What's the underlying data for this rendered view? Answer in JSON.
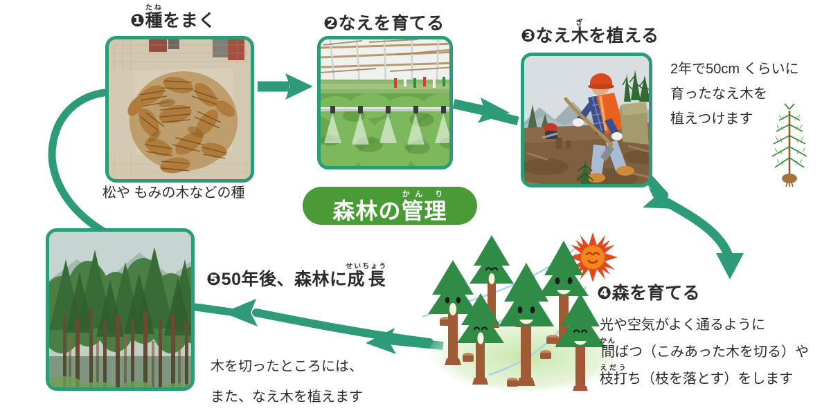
{
  "title_pill": {
    "text_before": "森林の",
    "ruby_base": "管理",
    "ruby_text": "かん り",
    "full_text": "森林の管理",
    "bg_color": "#4a9b37",
    "text_color": "#ffffff"
  },
  "theme": {
    "frame_color": "#2e9b78",
    "arrow_color": "#2e9b78",
    "text_color": "#2b2b2b",
    "sun_color": "#f07818",
    "tree_green": "#2e8b45",
    "trunk_brown": "#9a5b3c"
  },
  "steps": [
    {
      "number": "❶",
      "heading_plain": "種をまく",
      "heading_base": "種",
      "heading_ruby": "たね",
      "heading_rest": "をまく",
      "photo_alt": "pine-cones-in-burlap-sack",
      "caption": "松や もみの木などの種"
    },
    {
      "number": "❷",
      "heading_plain": "なえを育てる",
      "heading_base": "",
      "heading_ruby": "",
      "heading_rest": "なえを育てる",
      "photo_alt": "seedling-nursery-with-sprinklers",
      "caption": ""
    },
    {
      "number": "❸",
      "heading_plain": "なえ木を植える",
      "heading_pre": "なえ",
      "heading_base": "木",
      "heading_ruby": "ぎ",
      "heading_rest": "を植える",
      "photo_alt": "worker-planting-sapling-with-hoe",
      "caption_lines": [
        "2年で50cm くらいに",
        "育ったなえ木を",
        "植えつけます"
      ]
    },
    {
      "number": "❹",
      "heading_plain": "森を育てる",
      "heading_base": "",
      "heading_ruby": "",
      "heading_rest": "森を育てる",
      "photo_alt": "cartoon-forest-with-smiling-trees-and-sun",
      "caption_lines": [
        {
          "pre": "光や空気がよく通るように",
          "base": "",
          "ruby": "",
          "post": ""
        },
        {
          "pre": "",
          "base": "間",
          "ruby": "かん",
          "post": "ばつ（こみあった木を切る）や"
        },
        {
          "pre": "",
          "base": "枝打",
          "ruby": "えだう",
          "post": "ち（枝を落とす）をします"
        }
      ]
    },
    {
      "number": "❺",
      "heading_pre": "50年後、森林に",
      "heading_base": "成長",
      "heading_ruby": "せいちょう",
      "heading_plain": "50年後、森林に成長",
      "photo_alt": "mature-conifer-forest",
      "caption_lines": [
        "木を切ったところには、",
        "また、なえ木を植えます"
      ]
    }
  ]
}
